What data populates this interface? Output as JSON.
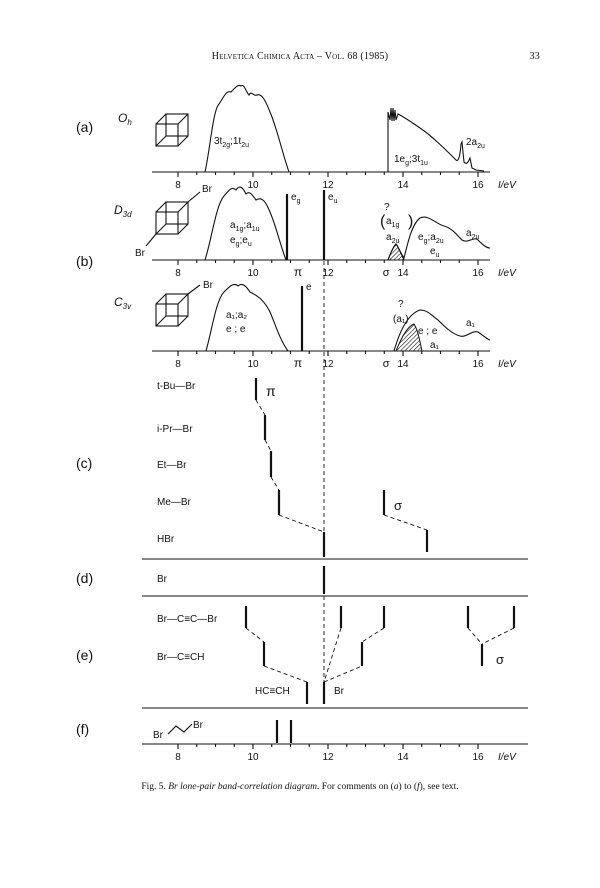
{
  "header": {
    "running_head": "Helvetica Chimica Acta – Vol. 68 (1985)",
    "page_number": "33"
  },
  "figure": {
    "axis_unit": "I/eV",
    "ticks": [
      "8",
      "10",
      "12",
      "14",
      "16"
    ],
    "panel_labels": [
      "(a)",
      "(b)",
      "(c)",
      "(d)",
      "(e)",
      "(f)"
    ],
    "a": {
      "symmetry": "O",
      "symmetry_sub": "h",
      "band1": "3t",
      "band1_sub": "2g",
      "band1_sep": ";1t",
      "band1_sub2": "2u",
      "band2": "1e",
      "band2_sub": "g",
      "band2_sep": ";3t",
      "band2_sub2": "1u",
      "band3": "2a",
      "band3_sub": "2u"
    },
    "b": {
      "symmetry": "D",
      "symmetry_sub": "3d",
      "br_top": "Br",
      "br_bottom": "Br",
      "line1": "a",
      "line1_sub": "1g",
      "line1_sep": ";a",
      "line1_sub2": "1u",
      "line2": "e",
      "line2_sub": "g",
      "line2_sep": ";e",
      "line2_sub2": "u",
      "bar1": "e",
      "bar1_sub": "g",
      "bar2": "e",
      "bar2_sub": "u",
      "q": "?",
      "paren1": "a",
      "paren1_sub": "1g",
      "paren2": "a",
      "paren2_sub": "2u",
      "right1": "e",
      "right1_sub": "g",
      "right1_sep": ";a",
      "right1_sub2": "2u",
      "right2": "e",
      "right2_sub": "u",
      "right3": "a",
      "right3_sub": "2u",
      "pi": "π",
      "sigma": "σ"
    },
    "c3v": {
      "symmetry": "C",
      "symmetry_sub": "3v",
      "br": "Br",
      "line1": "a₁;a₂",
      "line2": "e ; e",
      "bar": "e",
      "q": "?",
      "paren": "(a₁)",
      "right1": "e ; e",
      "right2": "a₁",
      "right3": "a₁",
      "pi": "π",
      "sigma": "σ"
    },
    "c": {
      "molecules": [
        "t-Bu—Br",
        "i-Pr—Br",
        "Et—Br",
        "Me—Br",
        "HBr"
      ],
      "pi": "π",
      "sigma": "σ"
    },
    "d": {
      "molecule": "Br"
    },
    "e": {
      "mol1": "Br—C≡C—Br",
      "mol2": "Br—C≡CH",
      "mol3": "HC≡CH",
      "mol4": "Br",
      "sigma": "σ"
    },
    "f": {
      "mol_left": "Br",
      "mol_right": "Br"
    }
  },
  "caption": {
    "prefix": "Fig. 5.",
    "title": "Br lone-pair band-correlation diagram",
    "middle": ". For comments on (",
    "a": "a",
    "to": ") to (",
    "f": "f",
    "end": "), see text."
  }
}
